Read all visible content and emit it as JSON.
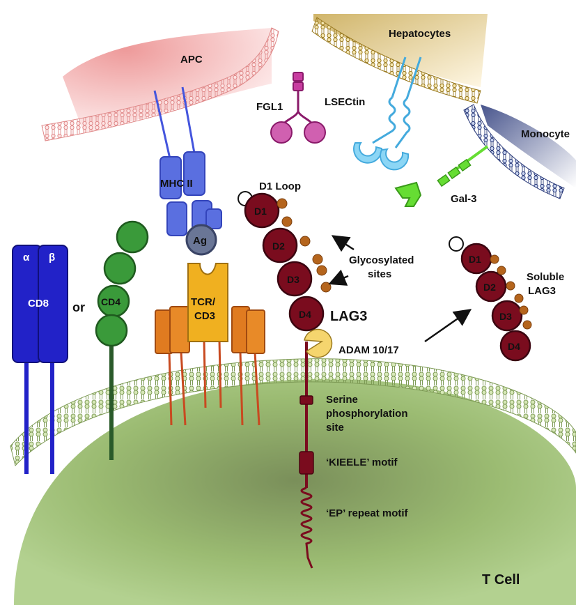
{
  "cells": {
    "apc": "APC",
    "hepatocytes": "Hepatocytes",
    "monocyte": "Monocyte",
    "t_cell": "T Cell"
  },
  "ligands": {
    "mhc": "MHC II",
    "antigen": "Ag",
    "fgl1": "FGL1",
    "lsectin": "LSECtin",
    "gal3": "Gal-3"
  },
  "coreceptors": {
    "cd8": "CD8",
    "alpha": "α",
    "beta": "β",
    "or": "or",
    "cd4": "CD4",
    "tcr_line1": "TCR/",
    "tcr_line2": "CD3"
  },
  "lag3": {
    "name": "LAG3",
    "d1_loop": "D1 Loop",
    "domains": [
      "D1",
      "D2",
      "D3",
      "D4"
    ],
    "glyco_line1": "Glycosylated",
    "glyco_line2": "sites",
    "adam": "ADAM 10/17",
    "serine_line1": "Serine",
    "serine_line2": "phosphorylation",
    "serine_line3": "site",
    "kieele": "‘KIEELE’ motif",
    "ep": "‘EP’ repeat motif"
  },
  "soluble": {
    "line1": "Soluble",
    "line2": "LAG3",
    "domains": [
      "D1",
      "D2",
      "D3",
      "D4"
    ]
  },
  "colors": {
    "lag3": "#7a0c1e",
    "glycan": "#b5651d",
    "cd8": "#2222c8",
    "cd4": "#3a9a3a",
    "mhc": "#5a6fe0",
    "tcr": "#f0b020",
    "cd3": "#e07b20",
    "fgl1": "#c83ca0",
    "lsectin": "#6cc8f0",
    "gal3": "#66dd33",
    "adam": "#f5d56e",
    "membrane_green": "#8fb066",
    "membrane_pink": "#f0a0a0",
    "membrane_gold": "#c8a850",
    "membrane_navy": "#283878"
  }
}
